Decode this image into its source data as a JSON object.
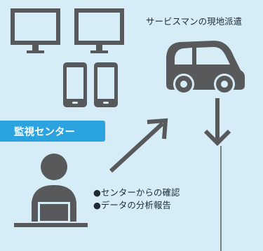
{
  "colors": {
    "background": "#d6ecf7",
    "icon": "#58595b",
    "badge": "#2aa3df",
    "badge_text": "#ffffff",
    "text": "#1f2a33"
  },
  "icons": [
    "monitor-icon",
    "monitor-icon",
    "tablet-icon",
    "tablet-icon",
    "van-icon",
    "person-at-laptop-icon",
    "arrow-down-icon",
    "arrow-up-right-icon"
  ],
  "labels": {
    "dispatch": "サービスマンの現地派遣",
    "center_badge": "監視センター",
    "note_line1": "●センターからの確認",
    "note_line2": "●データの分析報告"
  }
}
